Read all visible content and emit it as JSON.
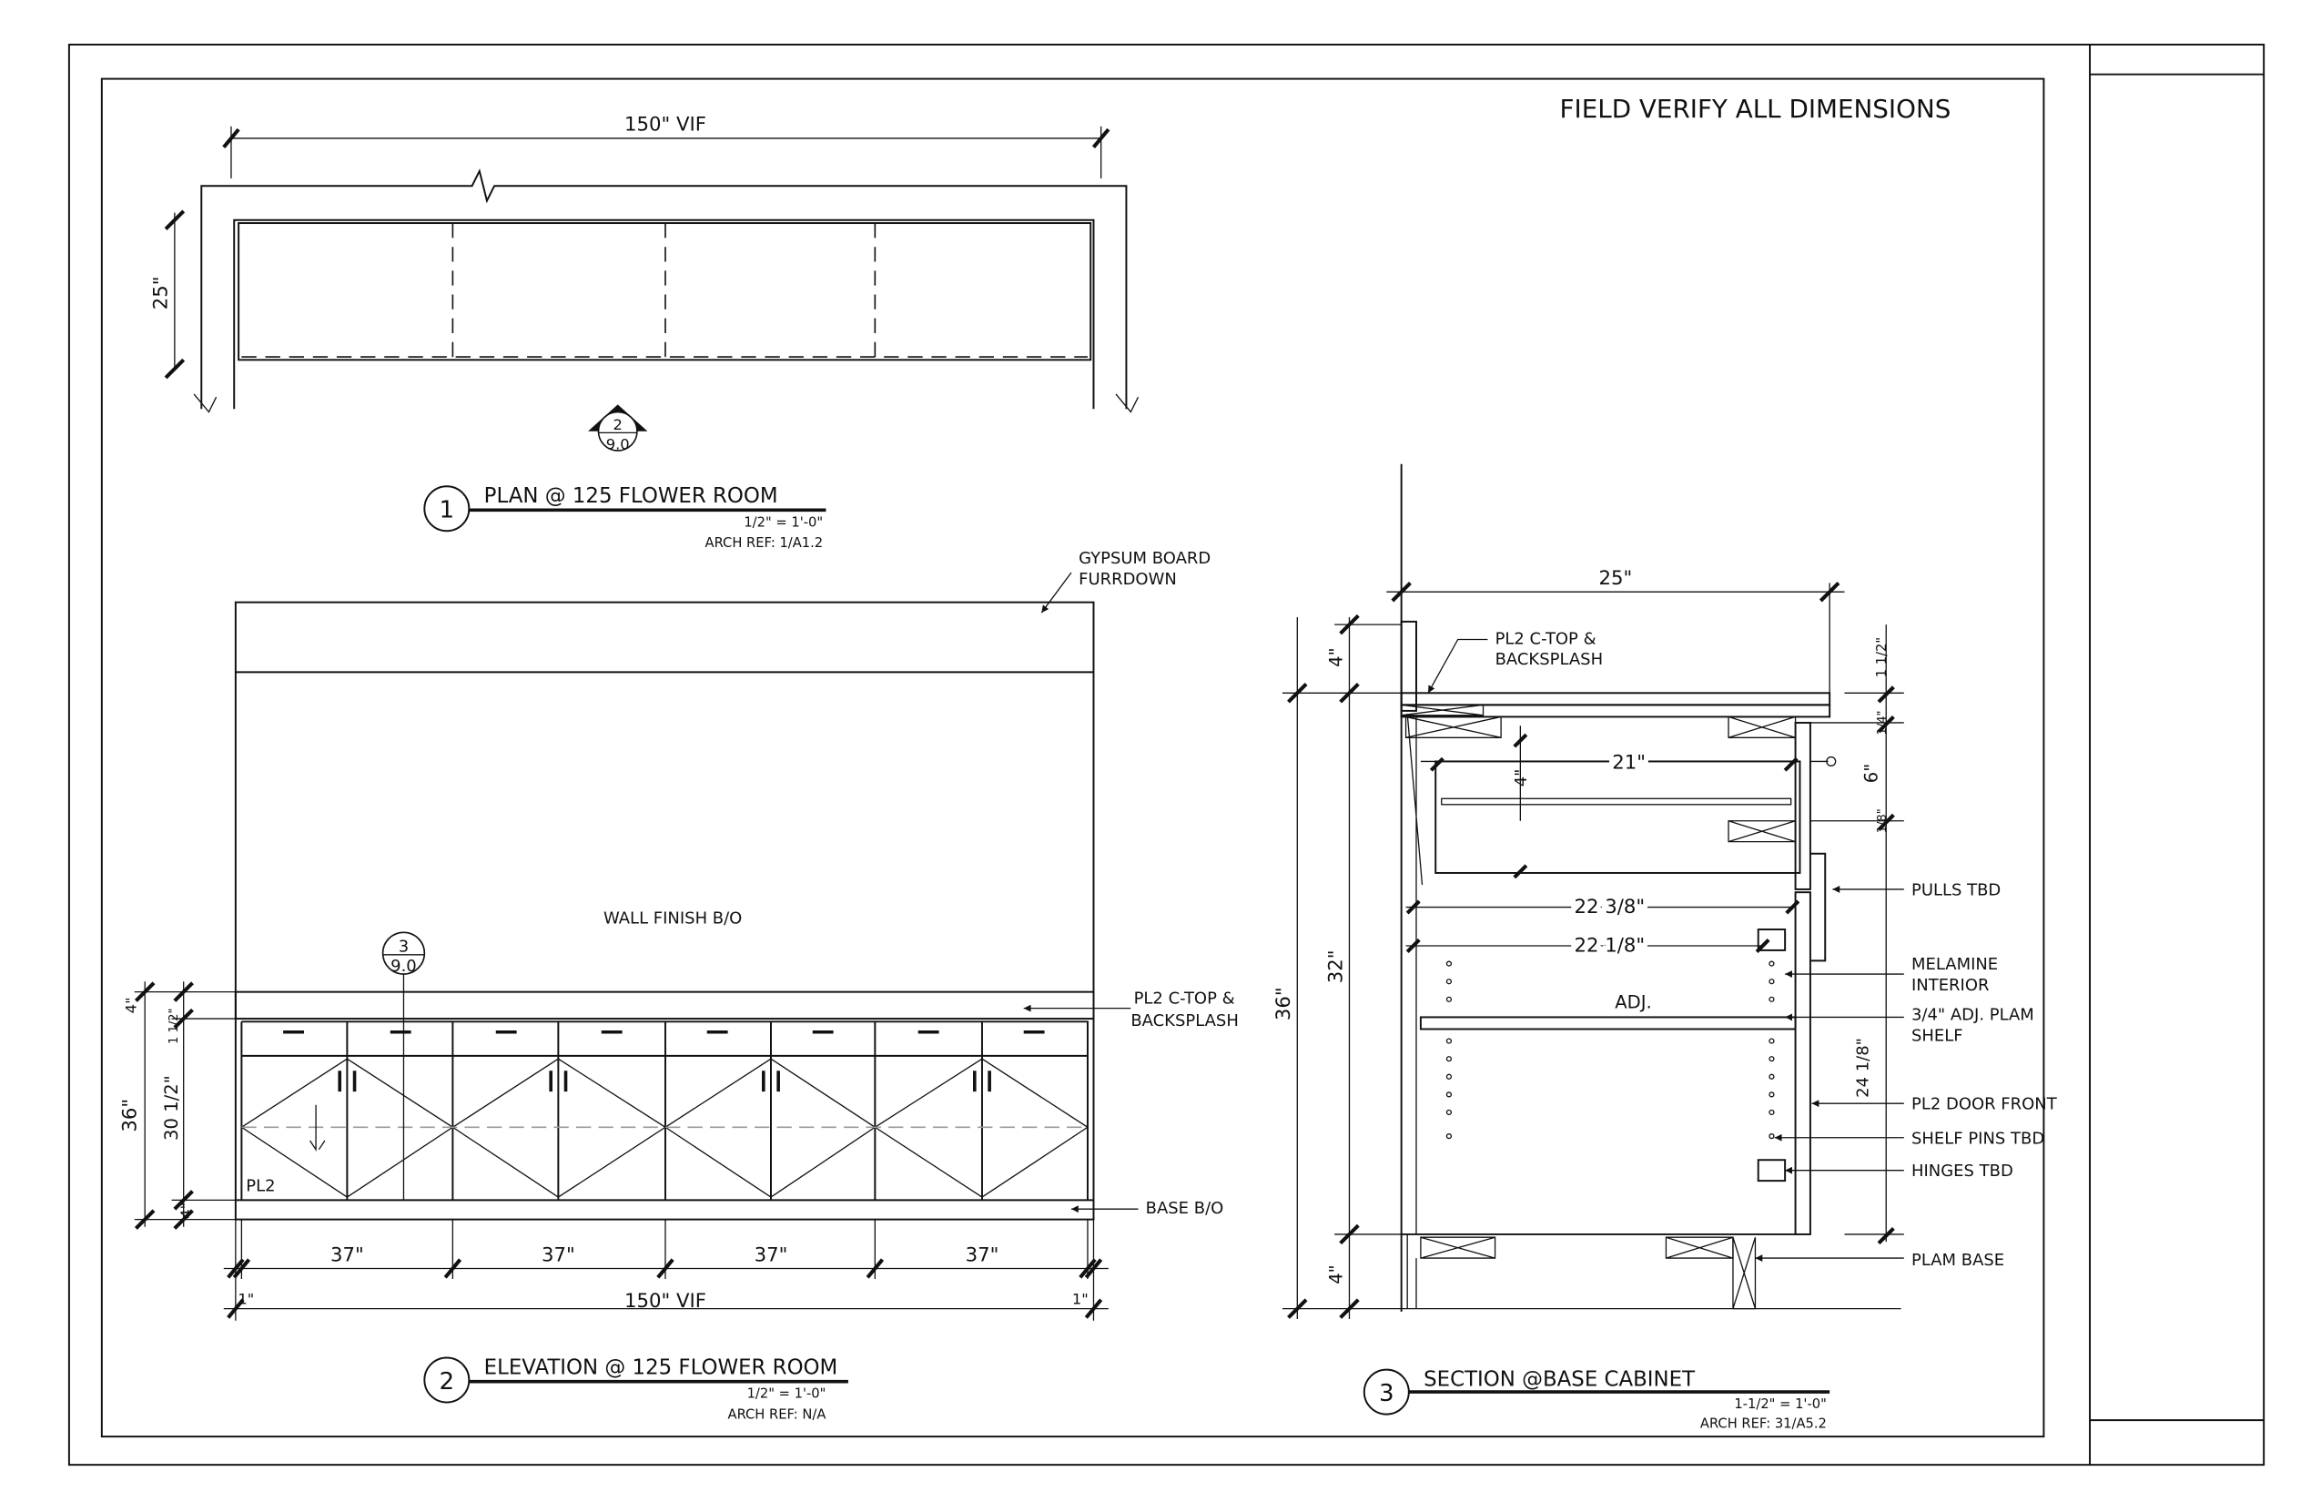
{
  "note": "FIELD VERIFY ALL DIMENSIONS",
  "plan": {
    "title": "PLAN @ 125 FLOWER ROOM",
    "number": "1",
    "scale": "1/2\" = 1'-0\"",
    "arch_ref": "ARCH REF: 1/A1.2",
    "dim_width": "150\" VIF",
    "dim_depth": "25\"",
    "section_marker": {
      "top": "2",
      "bottom": "9.0"
    }
  },
  "elevation": {
    "title": "ELEVATION @ 125 FLOWER ROOM",
    "number": "2",
    "scale": "1/2\" = 1'-0\"",
    "arch_ref": "ARCH REF: N/A",
    "labels": {
      "furrdown": [
        "GYPSUM BOARD",
        "FURRDOWN"
      ],
      "wall_finish": "WALL FINISH B/O",
      "ctop": [
        "PL2 C-TOP &",
        "BACKSPLASH"
      ],
      "base": "BASE B/O",
      "pl2": "PL2"
    },
    "section_marker": {
      "top": "3",
      "bottom": "9.0"
    },
    "dims_bottom": [
      "37\"",
      "37\"",
      "37\"",
      "37\""
    ],
    "dim_total": "150\" VIF",
    "dim_end_left": "1\"",
    "dim_end_right": "1\"",
    "dims_left": {
      "total": "36\"",
      "cabinet": "30 1/2\"",
      "top": "4\"",
      "ctop": "1 1/2\"",
      "base": "4\""
    }
  },
  "section": {
    "title": "SECTION @BASE CABINET",
    "number": "3",
    "scale": "1-1/2\" = 1'-0\"",
    "arch_ref": "ARCH REF: 31/A5.2",
    "dims": {
      "depth": "25\"",
      "drawer": "21\"",
      "drawer_h": "4\"",
      "d1": "22 3/8\"",
      "d2": "22 1/8\"",
      "adj": "ADJ.",
      "h36": "36\"",
      "h32": "32\"",
      "h4top": "4\"",
      "h4base": "4\"",
      "r_half": "1 1/2\"",
      "r_quarter": "1/4\"",
      "r_six": "6\"",
      "r_eighth": "1/8\"",
      "r_24": "24 1/8\""
    },
    "callouts": [
      "PULLS TBD",
      "MELAMINE",
      "INTERIOR",
      "3/4\" ADJ. PLAM",
      "SHELF",
      "PL2 DOOR FRONT",
      "SHELF PINS TBD",
      "HINGES TBD",
      "PLAM BASE"
    ],
    "ctop": [
      "PL2 C-TOP &",
      "BACKSPLASH"
    ]
  }
}
